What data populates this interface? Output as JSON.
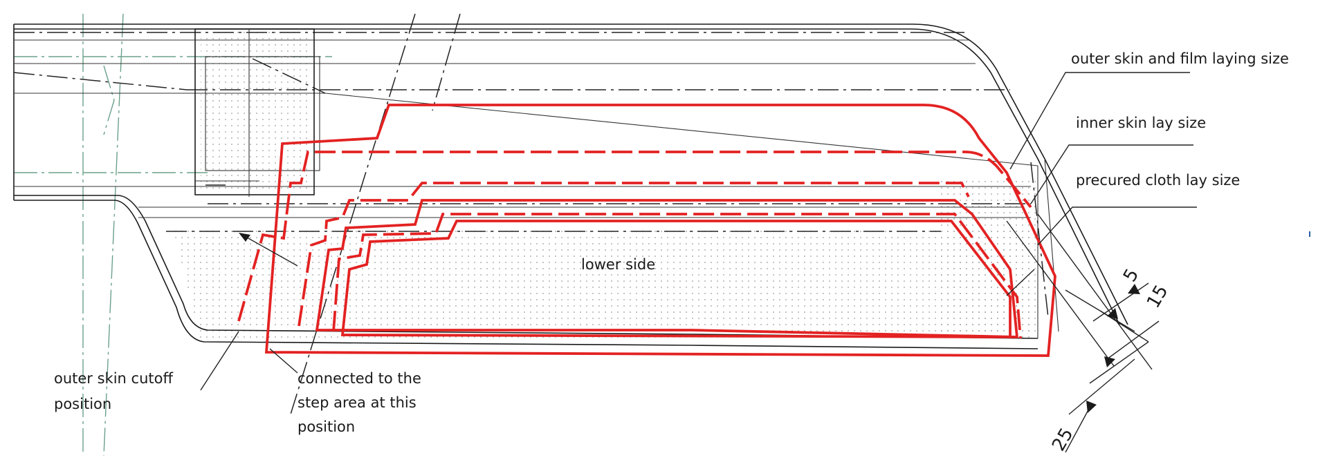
{
  "labels": {
    "outer_skin_film": "outer skin and film laying size",
    "inner_skin": "inner skin lay size",
    "precured_cloth": "precured cloth lay size",
    "lower_side": "lower side",
    "cutoff_line1": "outer skin cutoff",
    "cutoff_line2": "position",
    "step_line1": "connected to the",
    "step_line2": "step area at this",
    "step_line3": "position"
  },
  "dimensions": {
    "d5": "5",
    "d15": "15",
    "d25": "25"
  },
  "colors": {
    "ply_outline": "#e32222",
    "drawing_lines": "#1a1a1a",
    "center_lines": "#6aa08a"
  }
}
